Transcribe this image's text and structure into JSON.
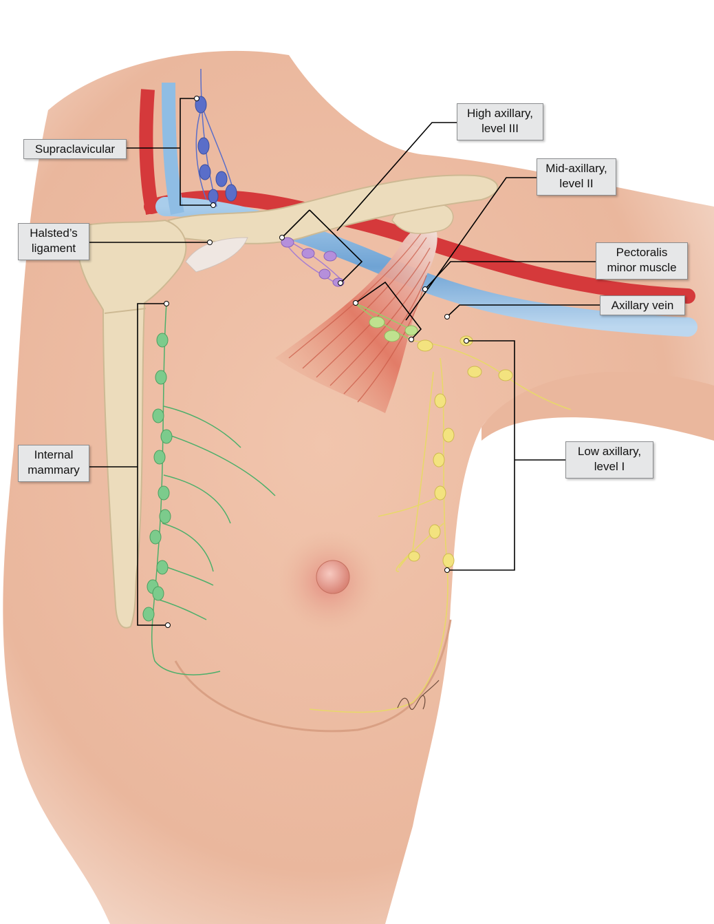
{
  "labels": {
    "supraclavicular": "Supraclavicular",
    "halsteds_ligament": [
      "Halsted’s",
      "ligament"
    ],
    "internal_mammary": [
      "Internal",
      "mammary"
    ],
    "high_axillary": [
      "High axillary,",
      "level III"
    ],
    "mid_axillary": [
      "Mid-axillary,",
      "level II"
    ],
    "pectoralis_minor": [
      "Pectoralis",
      "minor muscle"
    ],
    "axillary_vein": "Axillary vein",
    "low_axillary": [
      "Low axillary,",
      "level I"
    ]
  },
  "colors": {
    "skin_light": "#f6d7c4",
    "skin_mid": "#eab79d",
    "bone": "#ecdcbc",
    "artery": "#d5393b",
    "vein": "#7fb1dc",
    "muscle": "#e0705c",
    "node_supraclavicular": "#5a6ec9",
    "node_level3": "#a77fd1",
    "node_level2": "#b9e08a",
    "node_level1": "#f3e37f",
    "node_internal_mammary": "#7ccb8c",
    "lymph_green": "#4caf6a",
    "lymph_yellow": "#e8d86a",
    "leader_line": "#000000",
    "label_fill": "#e6e7e8"
  }
}
